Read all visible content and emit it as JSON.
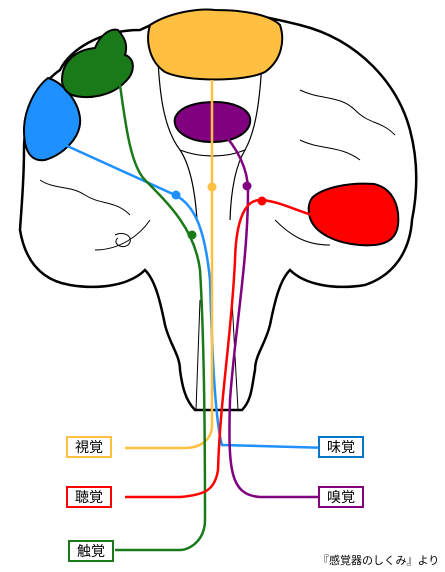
{
  "labels": {
    "vision": "視覚",
    "hearing": "聴覚",
    "touch": "触覚",
    "taste": "味覚",
    "smell": "嗅覚"
  },
  "caption": "『感覚器のしくみ』より",
  "colors": {
    "vision": "#1e90ff",
    "hearing": "#ff0000",
    "touch": "#1a7a1a",
    "taste": "#0077cc",
    "smell": "#800080",
    "orange": "#ffbf40"
  }
}
